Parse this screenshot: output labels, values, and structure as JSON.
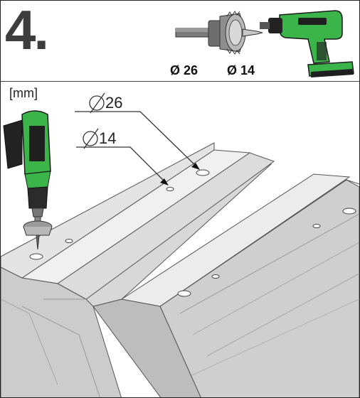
{
  "header": {
    "step_number": "4.",
    "drill_specs": [
      "Ø 26",
      "Ø 14"
    ]
  },
  "drawing": {
    "unit_label": "[mm]",
    "callouts": [
      {
        "label": "26",
        "symbol": "diameter-symbol"
      },
      {
        "label": "14",
        "symbol": "diameter-symbol"
      }
    ]
  },
  "colors": {
    "drill_green": "#3bb54a",
    "drill_dark": "#1e1e1e",
    "sheet_light": "#eeeeee",
    "sheet_mid": "#d4d4d4",
    "sheet_shadow": "#b7b7b7",
    "line": "#555555"
  },
  "icons": [
    "hole-saw-icon",
    "cordless-drill-icon",
    "drill-with-hole-saw-icon",
    "trapezoidal-sheet-illustration"
  ]
}
